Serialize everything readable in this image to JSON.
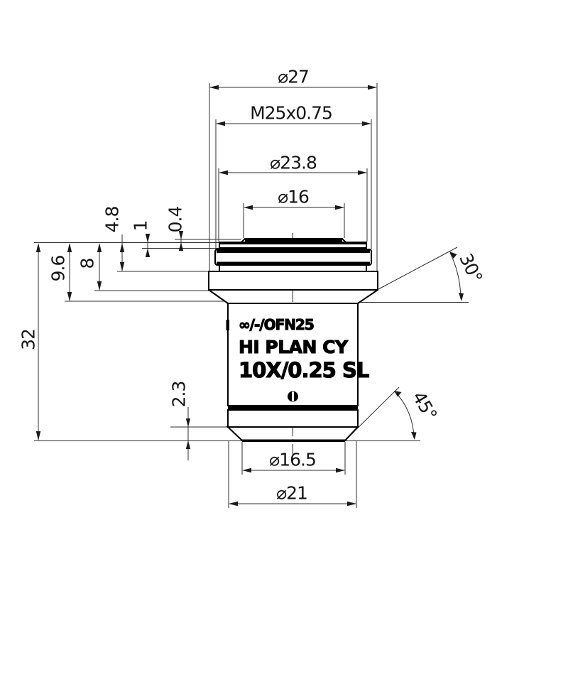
{
  "engraving": {
    "line1": "∞/-/OFN25",
    "line2": "HI PLAN CY",
    "line3": "10X/0.25 SL"
  },
  "dimensions": {
    "flange_outer_diameter": "⌀27",
    "mount_thread": "M25x0.75",
    "shoulder_diameter": "⌀23.8",
    "top_lens_diameter": "⌀16",
    "front_aperture_diameter": "⌀16.5",
    "body_diameter": "⌀21",
    "overall_length": "32",
    "head_to_body_depth": "9.6",
    "head_depth": "8",
    "head_height": "4.8",
    "thread_step_height": "1",
    "lens_step_height": "0.4",
    "nose_cone_height": "2.3",
    "flange_cone_angle": "30°",
    "nose_cone_angle": "45°"
  }
}
